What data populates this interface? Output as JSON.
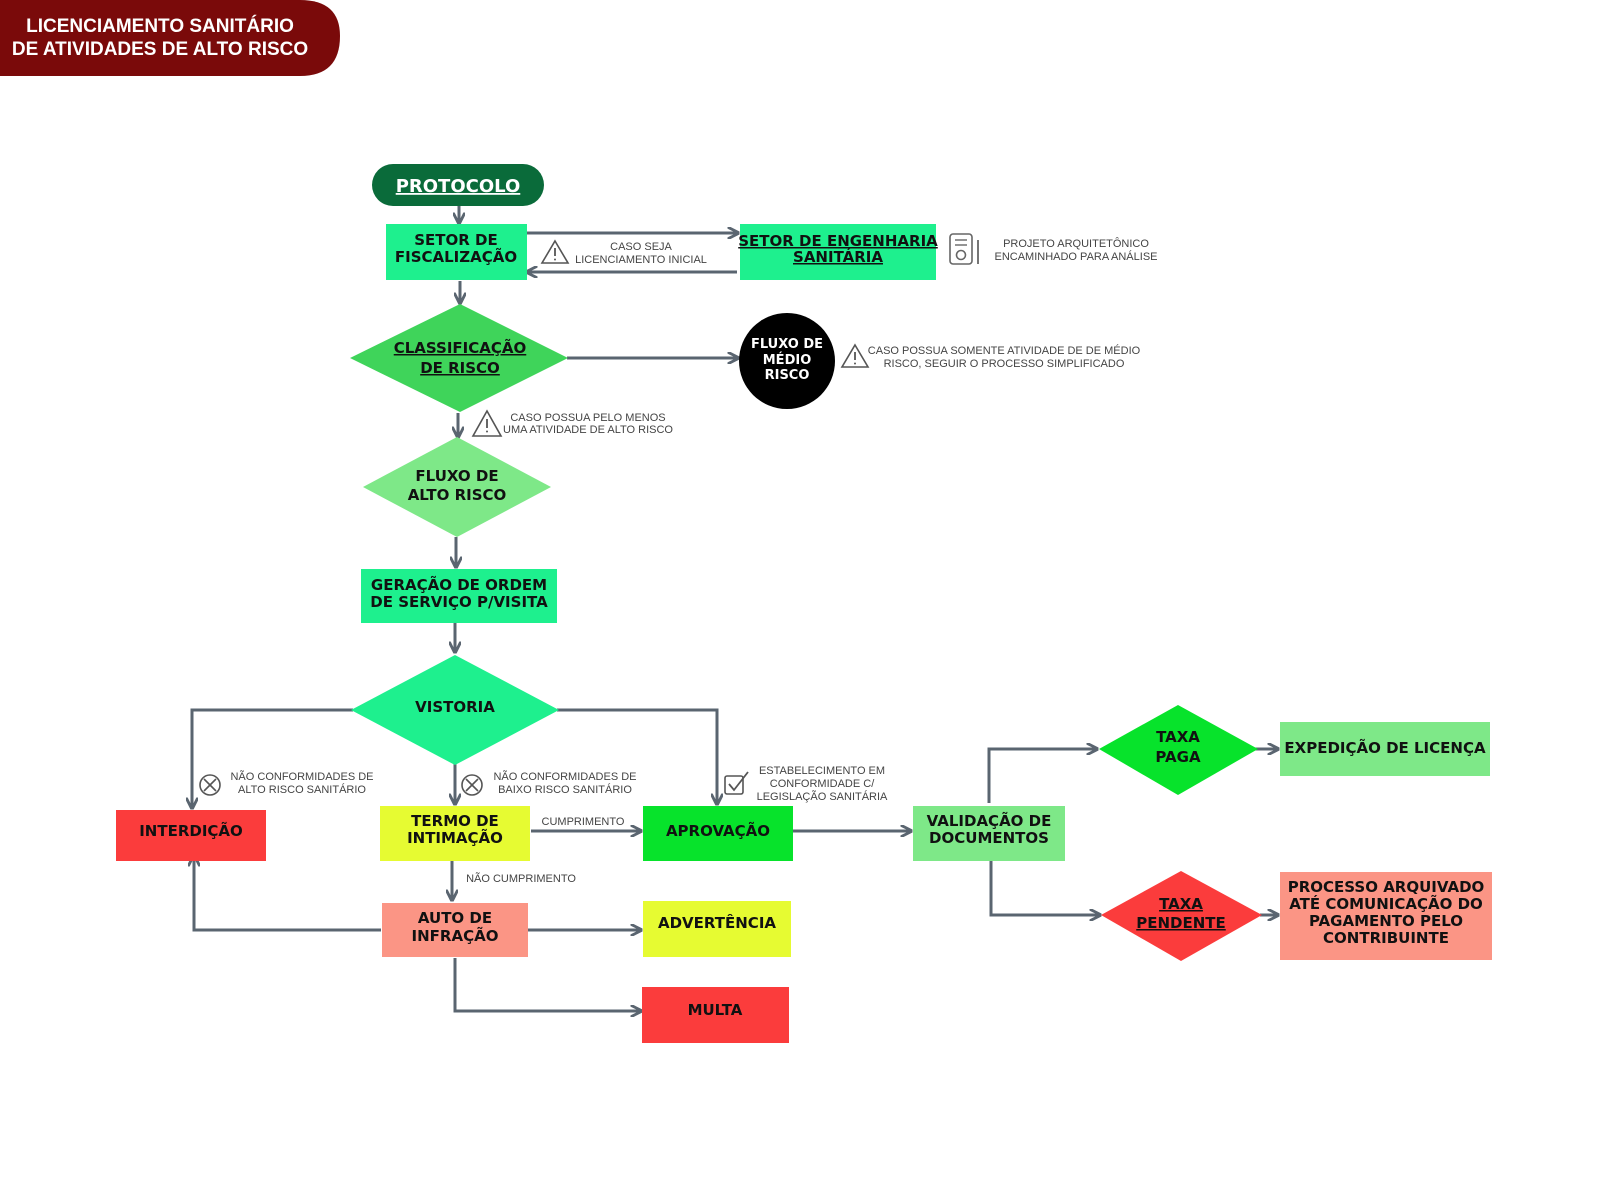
{
  "title": {
    "lines": [
      "LICENCIAMENTO SANITÁRIO",
      "DE ATIVIDADES DE ALTO RISCO"
    ],
    "bg_color": "#7a0a0a"
  },
  "nodes": {
    "protocolo": {
      "lines": [
        "PROTOCOLO"
      ],
      "color": "#0a6b3a"
    },
    "setor_fiscalizacao": {
      "lines": [
        "SETOR DE",
        "FISCALIZAÇÃO"
      ],
      "color": "#1ef08e"
    },
    "setor_engenharia": {
      "lines": [
        "SETOR DE ENGENHARIA",
        "SANITÁRIA"
      ],
      "color": "#1ef08e"
    },
    "classificacao_risco": {
      "lines": [
        "CLASSIFICAÇÃO",
        "DE RISCO"
      ],
      "color": "#3fd45a"
    },
    "fluxo_medio_risco": {
      "lines": [
        "FLUXO DE",
        "MÉDIO",
        "RISCO"
      ],
      "color": "#000000"
    },
    "fluxo_alto_risco": {
      "lines": [
        "FLUXO DE",
        "ALTO RISCO"
      ],
      "color": "#7ee888"
    },
    "geracao_ordem": {
      "lines": [
        "GERAÇÃO DE ORDEM",
        "DE SERVIÇO P/VISITA"
      ],
      "color": "#1ef08e"
    },
    "vistoria": {
      "lines": [
        "VISTORIA"
      ],
      "color": "#1ef08e"
    },
    "interdicao": {
      "lines": [
        "INTERDIÇÃO"
      ],
      "color": "#fb3c3c"
    },
    "termo_intimacao": {
      "lines": [
        "TERMO DE",
        "INTIMAÇÃO"
      ],
      "color": "#e6fb32"
    },
    "aprovacao": {
      "lines": [
        "APROVAÇÃO"
      ],
      "color": "#07e32b"
    },
    "auto_infracao": {
      "lines": [
        "AUTO DE",
        "INFRAÇÃO"
      ],
      "color": "#fb9585"
    },
    "advertencia": {
      "lines": [
        "ADVERTÊNCIA"
      ],
      "color": "#e6fb32"
    },
    "multa": {
      "lines": [
        "MULTA"
      ],
      "color": "#fb3c3c"
    },
    "validacao_documentos": {
      "lines": [
        "VALIDAÇÃO DE",
        "DOCUMENTOS"
      ],
      "color": "#7ee888"
    },
    "taxa_paga": {
      "lines": [
        "TAXA",
        "PAGA"
      ],
      "color": "#07e32b"
    },
    "taxa_pendente": {
      "lines": [
        "TAXA",
        "PENDENTE"
      ],
      "color": "#fb3c3c"
    },
    "expedicao_licenca": {
      "lines": [
        "EXPEDIÇÃO DE LICENÇA"
      ],
      "color": "#7ee888"
    },
    "processo_arquivado": {
      "lines": [
        "PROCESSO ARQUIVADO",
        "ATÉ COMUNICAÇÃO DO",
        "PAGAMENTO PELO",
        "CONTRIBUINTE"
      ],
      "color": "#fb9585"
    }
  },
  "notes": {
    "caso_seja": {
      "lines": [
        "CASO SEJA",
        "LICENCIAMENTO INICIAL"
      ],
      "icon": "warning-icon"
    },
    "projeto_arquitetonico": {
      "lines": [
        "PROJETO ARQUITETÔNICO",
        "ENCAMINHADO PARA ANÁLISE"
      ],
      "icon": "document-gear-icon"
    },
    "caso_medio": {
      "lines": [
        "CASO POSSUA SOMENTE  ATIVIDADE DE DE MÉDIO",
        "RISCO, SEGUIR O PROCESSO SIMPLIFICADO"
      ],
      "icon": "warning-icon"
    },
    "caso_alto": {
      "lines": [
        "CASO POSSUA PELO MENOS",
        "UMA ATIVIDADE DE ALTO RISCO"
      ],
      "icon": "warning-icon"
    },
    "nc_alto": {
      "lines": [
        "NÃO CONFORMIDADES DE",
        "ALTO RISCO SANITÁRIO"
      ],
      "icon": "x-circle-icon"
    },
    "nc_baixo": {
      "lines": [
        "NÃO CONFORMIDADES DE",
        "BAIXO RISCO SANITÁRIO"
      ],
      "icon": "x-circle-icon"
    },
    "conformidade": {
      "lines": [
        "ESTABELECIMENTO EM",
        "CONFORMIDADE C/",
        "LEGISLAÇÃO SANITÁRIA"
      ],
      "icon": "checkbox-icon"
    },
    "cumprimento": {
      "lines": [
        "CUMPRIMENTO"
      ]
    },
    "nao_cumprimento": {
      "lines": [
        "NÃO CUMPRIMENTO"
      ]
    }
  },
  "colors": {
    "edge": "#5a6570"
  }
}
